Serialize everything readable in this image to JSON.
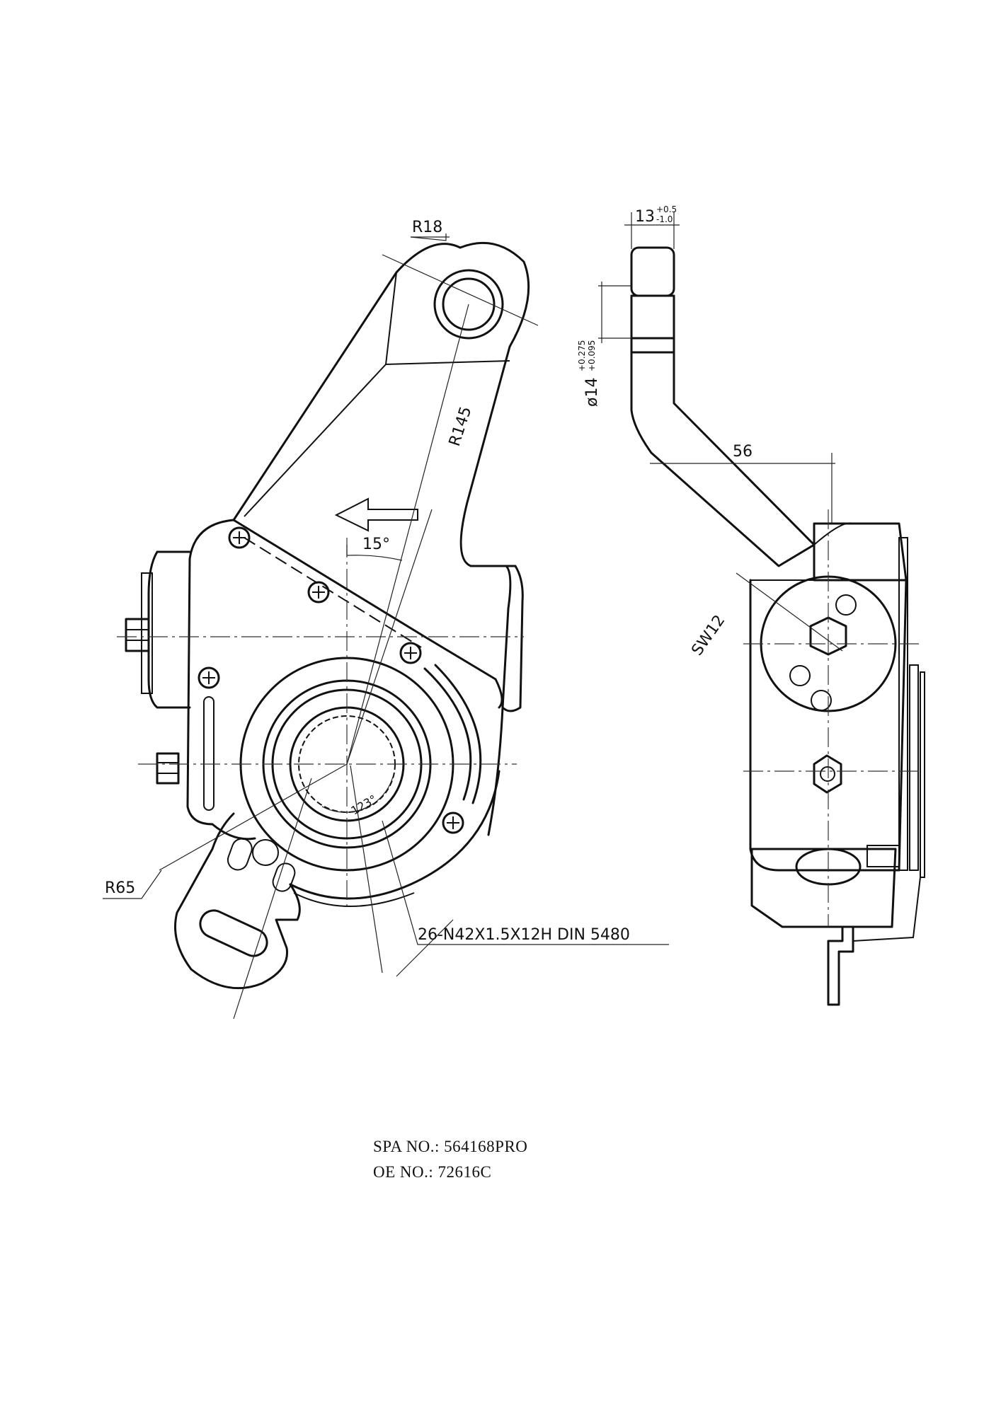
{
  "drawing": {
    "dimensions": {
      "r18": "R18",
      "r145": "R145",
      "angle_15": "15°",
      "angle_123": "123°",
      "r65": "R65",
      "spline": "26-N42X1.5X12H DIN 5480",
      "thickness_main": "13",
      "thickness_upper_tol": "+0.5",
      "thickness_lower_tol": "-1.0",
      "bore": "ø14",
      "bore_upper_tol": "+0.275",
      "bore_lower_tol": "+0.095",
      "offset_56": "56",
      "sw12": "SW12"
    }
  },
  "caption": {
    "spa_no": "SPA NO.: 564168PRO",
    "oe_no": "OE NO.: 72616C"
  }
}
